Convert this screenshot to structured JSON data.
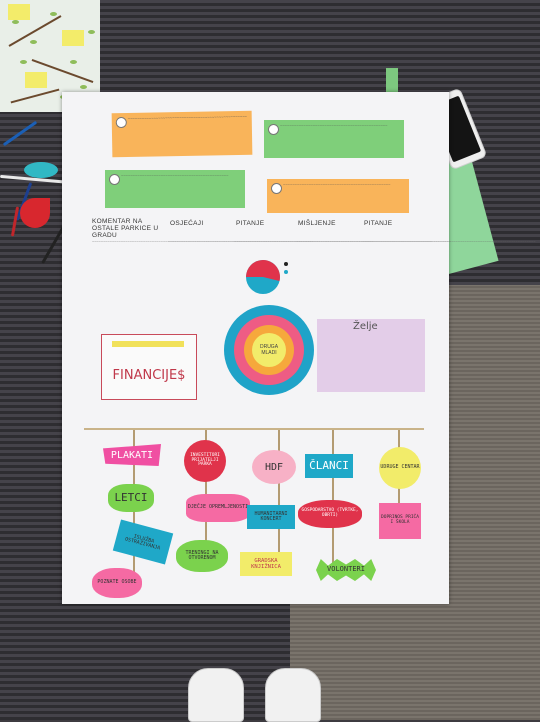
{
  "columns": [
    {
      "heading": "KOMENTAR NA OSTALE PARKICE U GRADU"
    },
    {
      "heading": "OSJEĆAJI"
    },
    {
      "heading": "PITANJE"
    },
    {
      "heading": "MIŠLJENJE"
    },
    {
      "heading": "PITANJE"
    }
  ],
  "finance": {
    "label": "FINANCIJE$"
  },
  "wishes": {
    "label": "Želje"
  },
  "inner_circle": {
    "line1": "DRUGA",
    "line2": "MLADI"
  },
  "hanging_tags": [
    {
      "label": "PLAKATI"
    },
    {
      "label": "LETCI"
    },
    {
      "label": "ISLUŽBA OSTRAŽIVANJA"
    },
    {
      "label": "POZNATE OSOBE"
    },
    {
      "label": "INVESTITORI PRIJATELJI PARKA"
    },
    {
      "label": "DJEČJE OPREMLJENOSTI"
    },
    {
      "label": "TRENINGI NA OTVORENOM"
    },
    {
      "label": "HDF"
    },
    {
      "label": "HUMANITARNI KONCERT"
    },
    {
      "label": "GRADSKA KNJIŽNICA"
    },
    {
      "label": "ČLANCI"
    },
    {
      "label": "GOSPODARSTVO (TVRTKE, OBRTI)"
    },
    {
      "label": "VOLONTERI"
    },
    {
      "label": "UDRUGE CENTAR"
    },
    {
      "label": "DOPRINOS PRIČA I ŠKOLA"
    }
  ],
  "colors": {
    "orange_card": "#f9b45a",
    "green_card": "#7fcf7a",
    "pie_red": "#e0334b",
    "pie_blue": "#1fa8c8",
    "outer_ring": "#1fa3c8",
    "middle_ring": "#ee5c84",
    "inner_ring": "#f6a83c",
    "center": "#f2ec6a"
  }
}
